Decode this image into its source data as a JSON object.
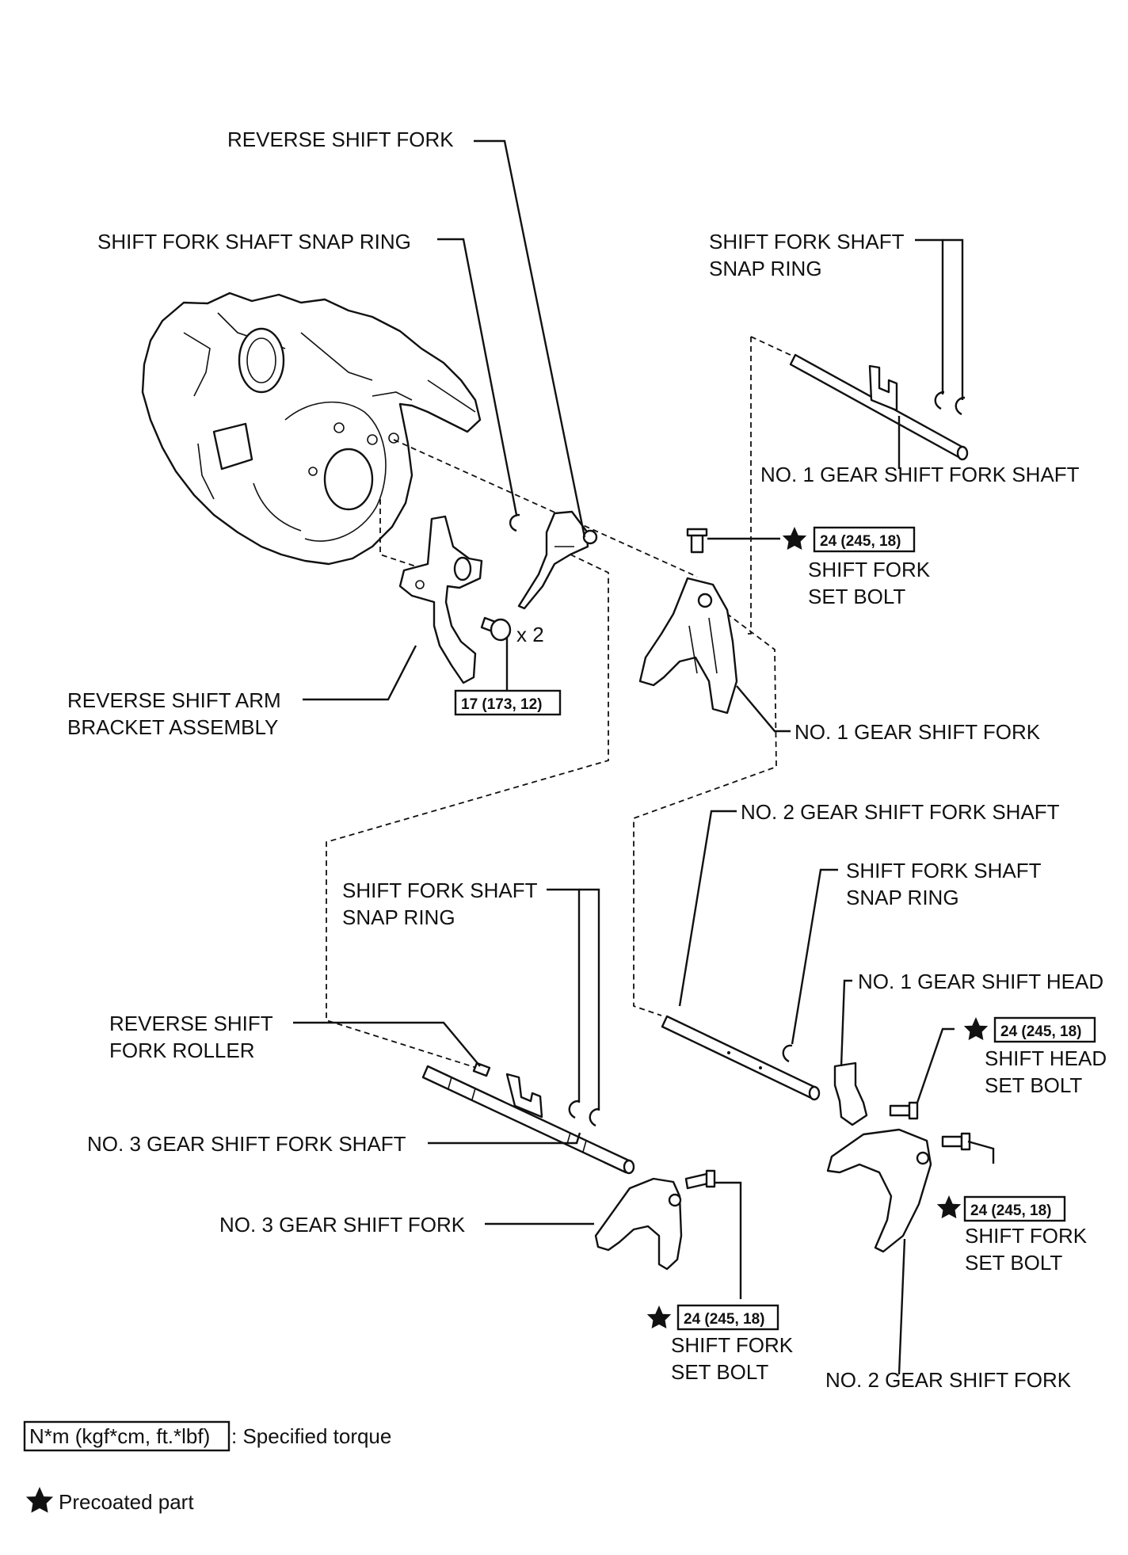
{
  "labels": {
    "reverse_shift_fork": "REVERSE SHIFT FORK",
    "snap_ring_top_left": "SHIFT FORK SHAFT SNAP RING",
    "snap_ring_top_right_l1": "SHIFT FORK SHAFT",
    "snap_ring_top_right_l2": "SNAP RING",
    "no1_shaft": "NO. 1 GEAR SHIFT FORK SHAFT",
    "set_bolt_a_l1": "SHIFT FORK",
    "set_bolt_a_l2": "SET BOLT",
    "x2": "x 2",
    "reverse_arm_l1": "REVERSE SHIFT ARM",
    "reverse_arm_l2": "BRACKET ASSEMBLY",
    "no1_fork": "NO. 1 GEAR SHIFT FORK",
    "no2_shaft": "NO. 2 GEAR SHIFT FORK SHAFT",
    "snap_ring_mid_right_l1": "SHIFT FORK SHAFT",
    "snap_ring_mid_right_l2": "SNAP RING",
    "snap_ring_mid_left_l1": "SHIFT FORK SHAFT",
    "snap_ring_mid_left_l2": "SNAP RING",
    "no1_head": "NO. 1 GEAR SHIFT HEAD",
    "roller_l1": "REVERSE SHIFT",
    "roller_l2": "FORK ROLLER",
    "head_bolt_l1": "SHIFT HEAD",
    "head_bolt_l2": "SET BOLT",
    "no3_shaft": "NO. 3 GEAR SHIFT FORK SHAFT",
    "set_bolt_b_l1": "SHIFT FORK",
    "set_bolt_b_l2": "SET BOLT",
    "no3_fork": "NO. 3 GEAR SHIFT FORK",
    "set_bolt_c_l1": "SHIFT FORK",
    "set_bolt_c_l2": "SET BOLT",
    "no2_fork": "NO. 2 GEAR SHIFT FORK"
  },
  "torques": {
    "fork_bolt_no1": "24 (245, 18)",
    "reverse_bracket": "17 (173, 12)",
    "head_bolt": "24 (245, 18)",
    "fork_bolt_no2": "24 (245, 18)",
    "fork_bolt_no3": "24 (245, 18)"
  },
  "legend": {
    "torque_unit": "N*m (kgf*cm, ft.*lbf)",
    "torque_desc": ": Specified torque",
    "precoated_desc": "Precoated part",
    "star_icon": "star-icon"
  }
}
